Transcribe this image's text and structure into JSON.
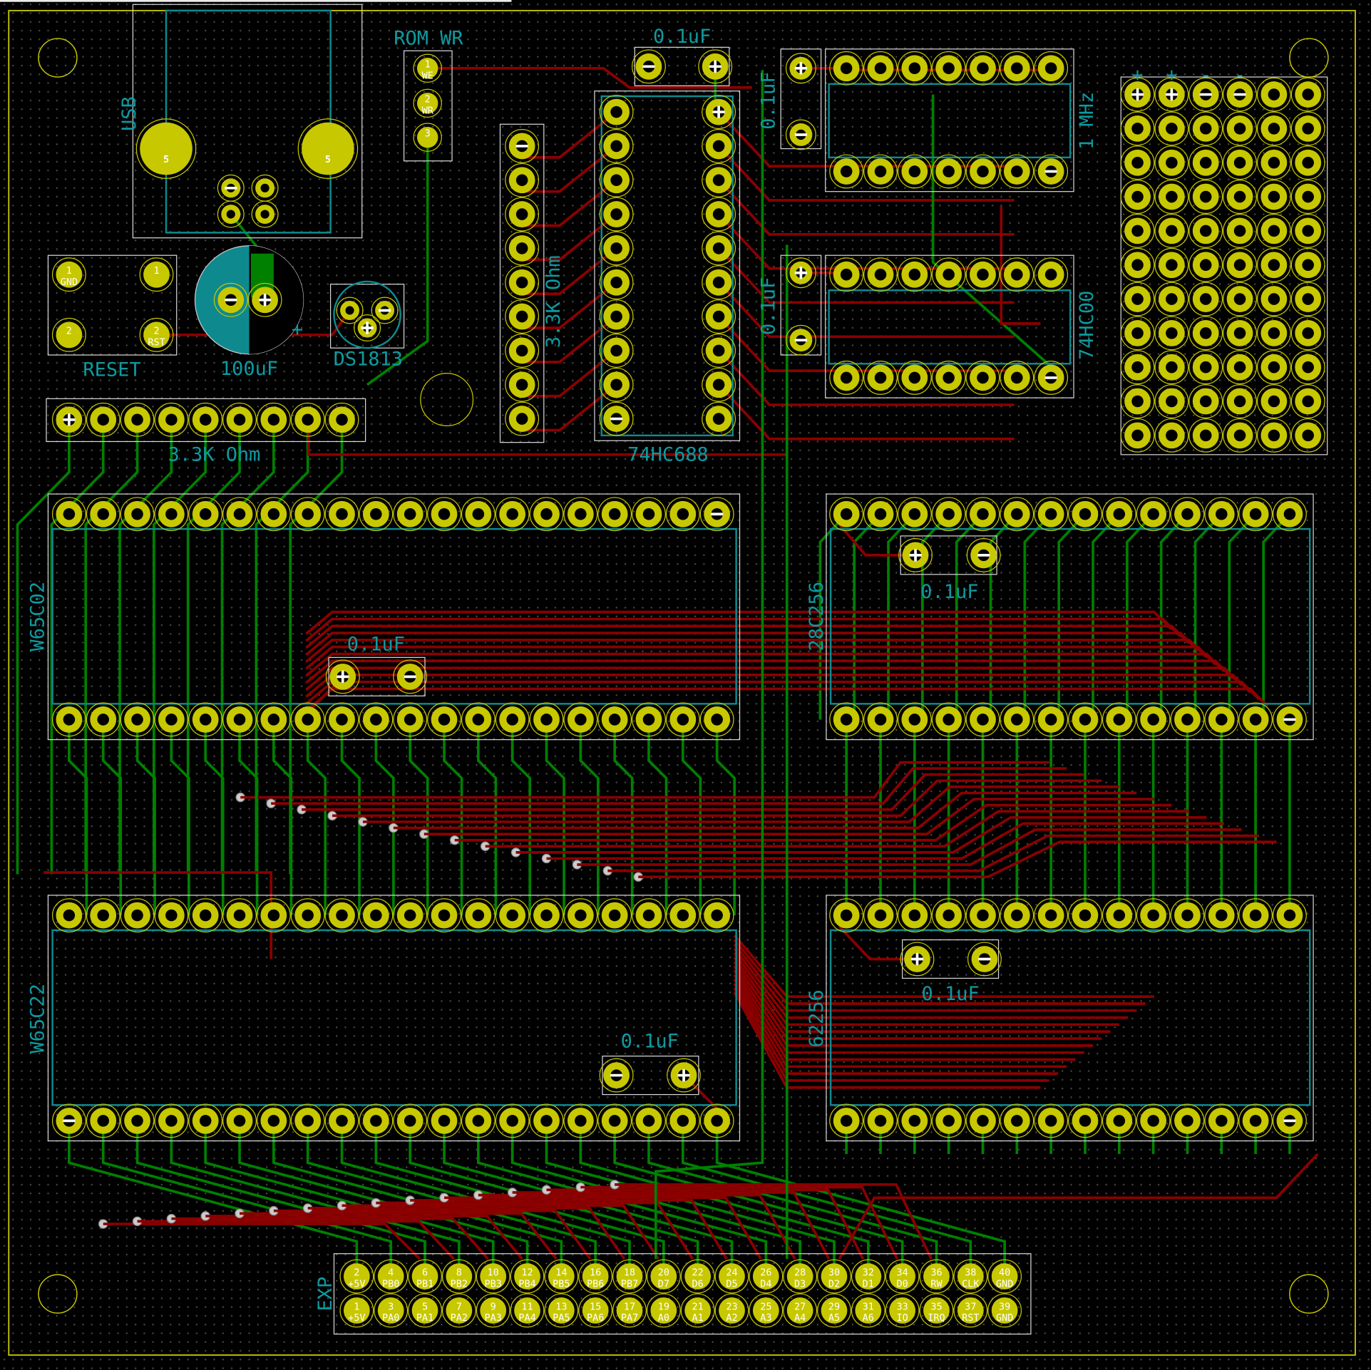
{
  "board": {
    "colors": {
      "pad": "#c8c800",
      "front_copper": "#8b0000",
      "back_copper": "#008000",
      "fab": "#0e9aa0",
      "edge": "#c8c800"
    }
  },
  "components": {
    "usb": {
      "label": "USB",
      "pad_glyph": "5"
    },
    "rom_wr": {
      "label": "ROM WR",
      "pins": [
        {
          "num": "1",
          "name": "WE"
        },
        {
          "num": "2",
          "name": "WR"
        },
        {
          "num": "3",
          "name": ""
        }
      ]
    },
    "reset": {
      "label": "RESET",
      "pins": [
        {
          "num": "1",
          "name": "GND"
        },
        {
          "num": "1",
          "name": ""
        },
        {
          "num": "2",
          "name": ""
        },
        {
          "num": "2",
          "name": "RST"
        }
      ]
    },
    "cap_100uf": {
      "label": "100uF",
      "polarity": "+"
    },
    "ds1813": {
      "label": "DS1813"
    },
    "res_array_h": {
      "label": "3.3K Ohm"
    },
    "res_array_v": {
      "label": "3.3K Ohm"
    },
    "hc688": {
      "label": "74HC688"
    },
    "cap_top": {
      "label": "0.1uF"
    },
    "osc": {
      "label": "1 MHz",
      "cap_label": "0.1uF"
    },
    "hc00": {
      "label": "74HC00",
      "cap_label": "0.1uF"
    },
    "proto": {
      "labels": [
        "+",
        "+",
        "-",
        "-"
      ]
    },
    "cpu": {
      "label": "W65C02",
      "cap_label": "0.1uF"
    },
    "rom": {
      "label": "28C256",
      "cap_label": "0.1uF"
    },
    "via": {
      "label": "W65C22",
      "cap_label": "0.1uF"
    },
    "ram": {
      "label": "62256",
      "cap_label": "0.1uF"
    },
    "exp": {
      "label": "EXP",
      "top_row": [
        {
          "num": "2",
          "name": "+5V"
        },
        {
          "num": "4",
          "name": "PB0"
        },
        {
          "num": "6",
          "name": "PB1"
        },
        {
          "num": "8",
          "name": "PB2"
        },
        {
          "num": "10",
          "name": "PB3"
        },
        {
          "num": "12",
          "name": "PB4"
        },
        {
          "num": "14",
          "name": "PB5"
        },
        {
          "num": "16",
          "name": "PB6"
        },
        {
          "num": "18",
          "name": "PB7"
        },
        {
          "num": "20",
          "name": "D7"
        },
        {
          "num": "22",
          "name": "D6"
        },
        {
          "num": "24",
          "name": "D5"
        },
        {
          "num": "26",
          "name": "D4"
        },
        {
          "num": "28",
          "name": "D3"
        },
        {
          "num": "30",
          "name": "D2"
        },
        {
          "num": "32",
          "name": "D1"
        },
        {
          "num": "34",
          "name": "D0"
        },
        {
          "num": "36",
          "name": "RW"
        },
        {
          "num": "38",
          "name": "CLK"
        },
        {
          "num": "40",
          "name": "GND"
        }
      ],
      "bottom_row": [
        {
          "num": "1",
          "name": "+5V"
        },
        {
          "num": "3",
          "name": "PA0"
        },
        {
          "num": "5",
          "name": "PA1"
        },
        {
          "num": "7",
          "name": "PA2"
        },
        {
          "num": "9",
          "name": "PA3"
        },
        {
          "num": "11",
          "name": "PA4"
        },
        {
          "num": "13",
          "name": "PA5"
        },
        {
          "num": "15",
          "name": "PA6"
        },
        {
          "num": "17",
          "name": "PA7"
        },
        {
          "num": "19",
          "name": "A0"
        },
        {
          "num": "21",
          "name": "A1"
        },
        {
          "num": "23",
          "name": "A2"
        },
        {
          "num": "25",
          "name": "A3"
        },
        {
          "num": "27",
          "name": "A4"
        },
        {
          "num": "29",
          "name": "A5"
        },
        {
          "num": "31",
          "name": "A6"
        },
        {
          "num": "33",
          "name": "IO"
        },
        {
          "num": "35",
          "name": "IRQ"
        },
        {
          "num": "37",
          "name": "RST"
        },
        {
          "num": "39",
          "name": "GND"
        }
      ]
    }
  }
}
